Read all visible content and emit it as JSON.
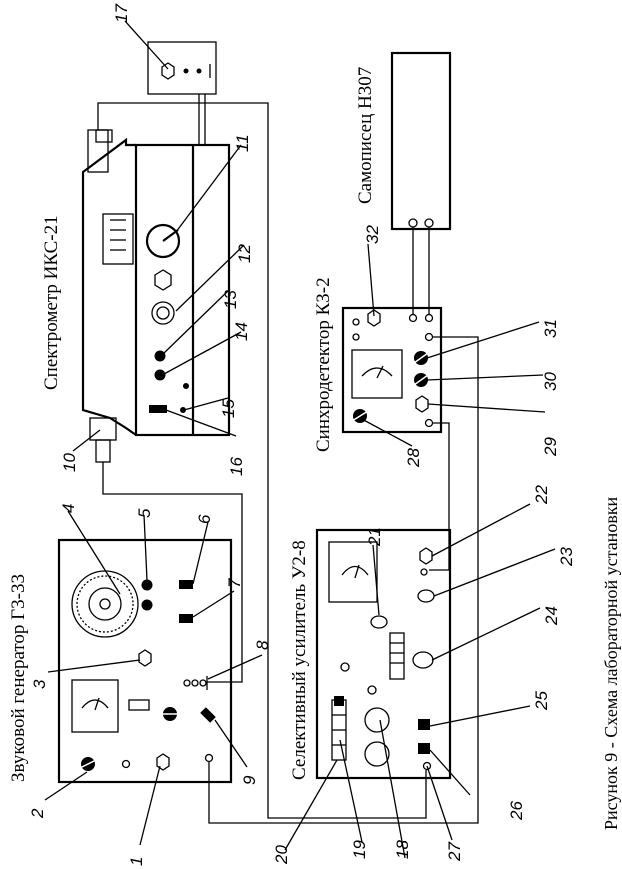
{
  "devices": {
    "generator": "Звуковой генератор Г3-33",
    "spectrometer": "Спектрометр ИКС-21",
    "amplifier": "Селективный усилитель У2-8",
    "synchrodetector": "Синхродетектор КЗ-2",
    "recorder": "Самописец Н307"
  },
  "caption": "Рисунок 9 - Схема лабораторной установки",
  "labels": [
    "1",
    "2",
    "3",
    "4",
    "5",
    "6",
    "7",
    "8",
    "9",
    "10",
    "11",
    "12",
    "13",
    "14",
    "15",
    "16",
    "17",
    "18",
    "19",
    "20",
    "21",
    "22",
    "23",
    "24",
    "25",
    "26",
    "27",
    "28",
    "29",
    "30",
    "31",
    "32"
  ]
}
